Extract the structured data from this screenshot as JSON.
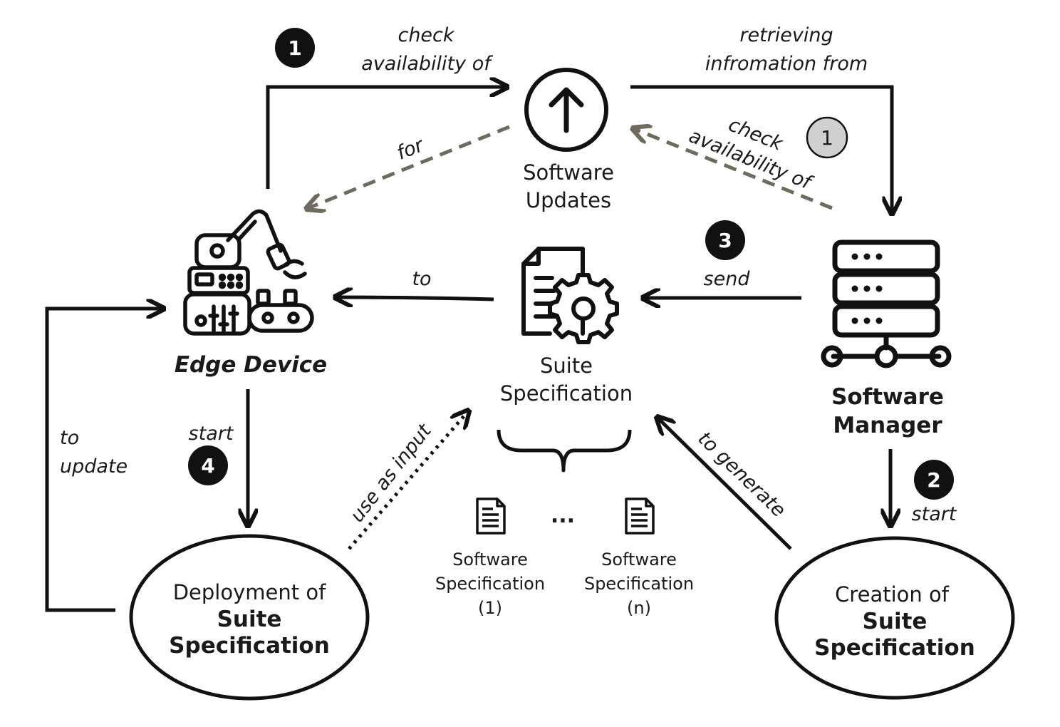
{
  "nodes": {
    "software_updates": [
      "Software",
      "Updates"
    ],
    "edge_device": "Edge Device",
    "suite_specification": [
      "Suite",
      "Specification"
    ],
    "software_manager": [
      "Software",
      "Manager"
    ],
    "deployment": [
      "Deployment of",
      "Suite",
      "Specification"
    ],
    "creation": [
      "Creation of",
      "Suite",
      "Specification"
    ],
    "software_spec_1": [
      "Software",
      "Specification",
      "(1)"
    ],
    "ellipsis": "...",
    "software_spec_n": [
      "Software",
      "Specification",
      "(n)"
    ]
  },
  "edges": {
    "check_availability_1": [
      "check",
      "availability of"
    ],
    "retrieving": [
      "retrieving",
      "infromation from"
    ],
    "check_availability_grey": [
      "check",
      "availability of"
    ],
    "for": "for",
    "send": "send",
    "to": "to",
    "to_update": [
      "to",
      "update"
    ],
    "start_4": "start",
    "start_2": "start",
    "use_as_input": "use as input",
    "to_generate": "to generate"
  },
  "steps": {
    "step1": "1",
    "step1_grey": "1",
    "step2": "2",
    "step3": "3",
    "step4": "4"
  },
  "colors": {
    "arrow": "#111111",
    "dashed_arrow": "#6e6a5e",
    "step_badge": "#111111",
    "step_badge_grey": "#d0d0d0"
  }
}
